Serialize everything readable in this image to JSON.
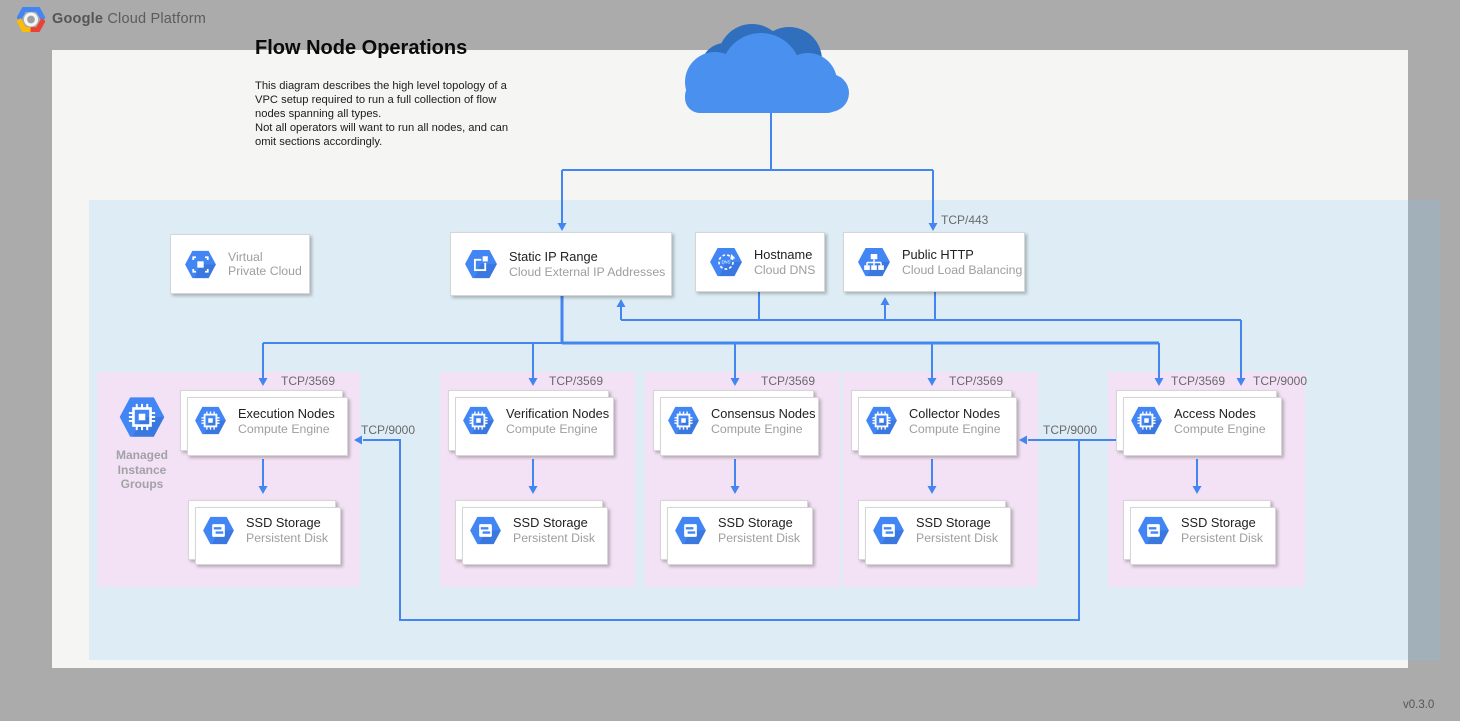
{
  "header": {
    "brand_bold": "Google",
    "brand_rest": " Cloud Platform"
  },
  "title": "Flow Node Operations",
  "description": {
    "lines": [
      "This diagram describes the high level topology of a",
      "VPC setup required to run a full collection of flow",
      "nodes spanning all types.",
      "Not all operators will want to run all nodes, and can",
      "omit sections accordingly."
    ]
  },
  "version": "v0.3.0",
  "colors": {
    "accent_blue": "#4285f4",
    "cloud_front": "#4a90ee",
    "cloud_back": "#2f6fbe",
    "vpc_region_fill": "#deeefb",
    "instance_group_fill": "#f3e2f5",
    "page_background": "#f5f5f3",
    "outer_background": "#ababab"
  },
  "vpc_label": {
    "line1": "Virtual",
    "line2": "Private Cloud",
    "icon": "vpc-icon"
  },
  "top_boxes": [
    {
      "title": "Static IP Range",
      "subtitle": "Cloud External IP Addresses",
      "icon": "external-ip-icon"
    },
    {
      "title": "Hostname",
      "subtitle": "Cloud DNS",
      "icon": "dns-icon"
    },
    {
      "title": "Public HTTP",
      "subtitle": "Cloud Load Balancing",
      "icon": "load-balancer-icon"
    }
  ],
  "mig_label": {
    "line1": "Managed",
    "line2": "Instance",
    "line3": "Groups",
    "icon": "compute-engine-icon"
  },
  "node_groups": [
    {
      "name": "Execution Nodes",
      "engine": "Compute Engine",
      "storage": "SSD Storage",
      "disk": "Persistent Disk"
    },
    {
      "name": "Verification Nodes",
      "engine": "Compute Engine",
      "storage": "SSD Storage",
      "disk": "Persistent Disk"
    },
    {
      "name": "Consensus Nodes",
      "engine": "Compute Engine",
      "storage": "SSD Storage",
      "disk": "Persistent Disk"
    },
    {
      "name": "Collector Nodes",
      "engine": "Compute Engine",
      "storage": "SSD Storage",
      "disk": "Persistent Disk"
    },
    {
      "name": "Access Nodes",
      "engine": "Compute Engine",
      "storage": "SSD Storage",
      "disk": "Persistent Disk"
    }
  ],
  "port_labels": [
    {
      "text": "TCP/443"
    },
    {
      "text": "TCP/3569"
    },
    {
      "text": "TCP/3569"
    },
    {
      "text": "TCP/3569"
    },
    {
      "text": "TCP/3569"
    },
    {
      "text": "TCP/3569"
    },
    {
      "text": "TCP/9000"
    },
    {
      "text": "TCP/9000"
    },
    {
      "text": "TCP/9000"
    }
  ]
}
